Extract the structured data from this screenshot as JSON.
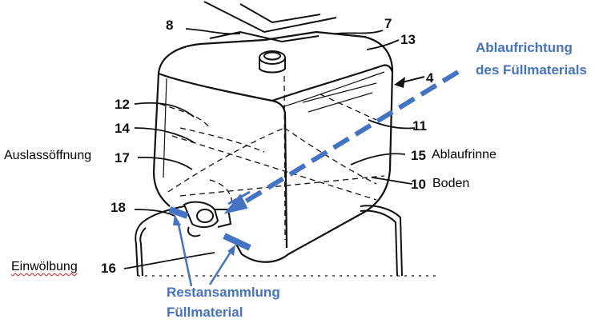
{
  "numbers": {
    "n4": "4",
    "n7": "7",
    "n8": "8",
    "n10": "10",
    "n11": "11",
    "n12": "12",
    "n13": "13",
    "n14": "14",
    "n15": "15",
    "n16": "16",
    "n17": "17",
    "n18": "18"
  },
  "labels": {
    "auslass": "Auslassöffnung",
    "ablaufrinne": "Ablaufrinne",
    "boden": "Boden",
    "einwoelbung": "Einwölbung",
    "ablaufrichtung_1": "Ablaufrichtung",
    "ablaufrichtung_2": "des Füllmaterials",
    "restansammlung_1": "Restansammlung",
    "restansammlung_2": "Füllmaterial"
  },
  "colors": {
    "accent": "#4472c4",
    "line": "#111111",
    "spellcheck": "#d02020"
  }
}
